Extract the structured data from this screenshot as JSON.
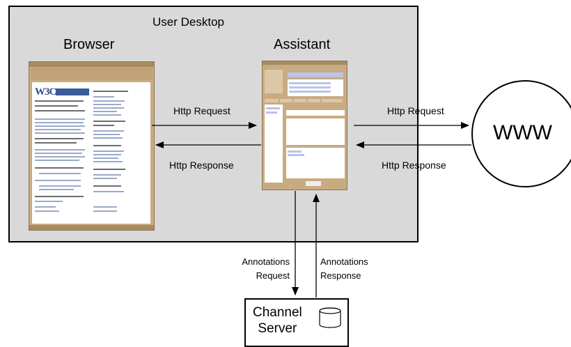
{
  "desktop": {
    "title": "User Desktop"
  },
  "browser": {
    "title": "Browser",
    "logo_text": "W3C"
  },
  "assistant": {
    "title": "Assistant"
  },
  "www": {
    "label": "WWW"
  },
  "channel_server": {
    "label_line1": "Channel",
    "label_line2": "Server",
    "icon": "database-icon"
  },
  "arrows": {
    "browser_to_assistant": "Http Request",
    "assistant_to_browser": "Http Response",
    "assistant_to_www": "Http Request",
    "www_to_assistant": "Http Response",
    "annotations_request_line1": "Annotations",
    "annotations_request_line2": "Request",
    "annotations_response_line1": "Annotations",
    "annotations_response_line2": "Response"
  },
  "colors": {
    "desktop_bg": "#d9d9d9",
    "window_frame": "#c9ab82",
    "link_blue": "#3b5b99"
  }
}
